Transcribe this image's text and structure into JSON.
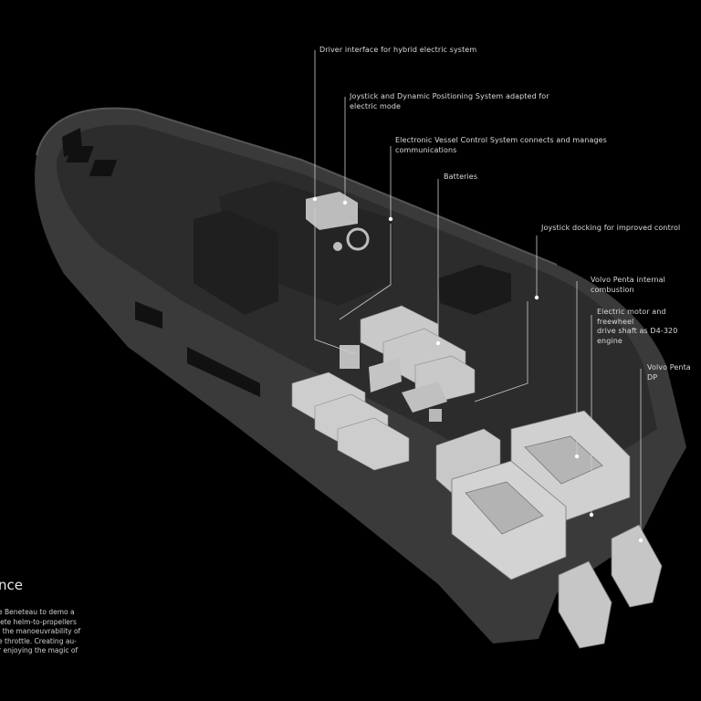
{
  "callouts": {
    "driver_interface": "Driver interface for hybrid electric system",
    "joystick_dps": "Joystick and Dynamic Positioning System adapted for\nelectric mode",
    "evc": "Electronic Vessel Control System connects and manages\ncommunications",
    "batteries": "Batteries",
    "joystick_docking": "Joystick docking for improved control",
    "ice": "Volvo Penta internal combustion",
    "electric_motor": "Electric motor and freewheel\ndrive shaft as D4-320 engine",
    "dps": "Volvo Penta DP"
  },
  "side_panel": {
    "title": "nce",
    "body": "e Beneteau to demo a\nlete helm-to-propellers\n, the manoeuvrability of\ne throttle. Creating au-\nr enjoying the magic of"
  },
  "colors": {
    "background": "#000000",
    "hull": "#3a3a3a",
    "deck": "#2e2e2e",
    "components": "#bdbdbd",
    "leader_lines": "#cfcfcf"
  }
}
